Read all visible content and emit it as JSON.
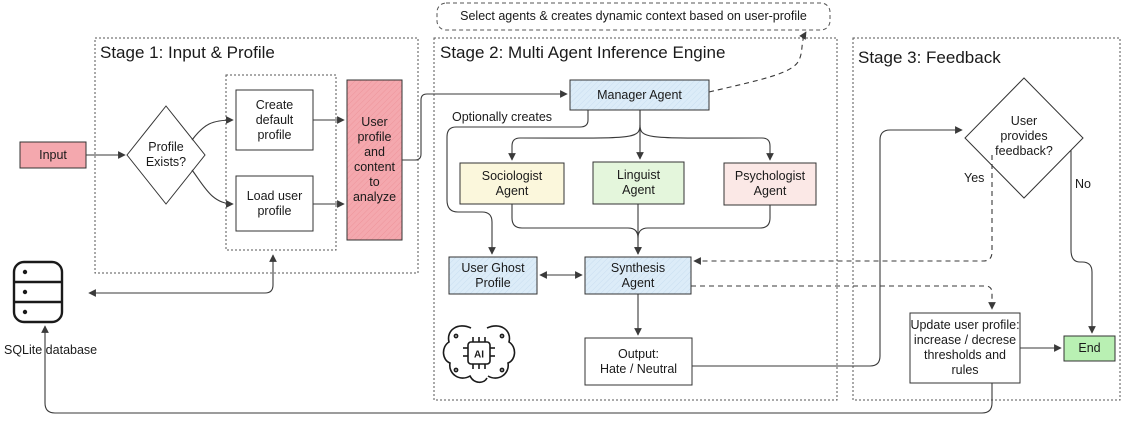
{
  "colors": {
    "input_fill": "#f4a8ae",
    "blue_fill": "#dcecf8",
    "yellow_fill": "#fbf7dc",
    "green_fill": "#e4f6dc",
    "pink_fill": "#fbe8e6",
    "end_fill": "#b9f0b3",
    "line": "#3a3a3a"
  },
  "stages": [
    {
      "title": "Stage 1: Input & Profile"
    },
    {
      "title": "Stage 2: Multi Agent Inference Engine"
    },
    {
      "title": "Stage 3: Feedback"
    }
  ],
  "nodes": {
    "input": "Input",
    "profile_exists": "Profile\nExists?",
    "create_default": "Create\ndefault\nprofile",
    "load_user": "Load user\nprofile",
    "user_profile_content": "User\nprofile\nand\ncontent\nto\nanalyze",
    "database": "SQLite database",
    "manager": "Manager Agent",
    "sociologist": "Sociologist\nAgent",
    "linguist": "Linguist\nAgent",
    "psychologist": "Psychologist\nAgent",
    "ghost": "User Ghost\nProfile",
    "synthesis": "Synthesis\nAgent",
    "output": "Output:\nHate / Neutral",
    "feedback": "User\nprovides\nfeedback?",
    "update": "Update user profile:\nincrease  / decrese\nthresholds and\nrules",
    "end": "End"
  },
  "annotations": {
    "select_agents": "Select agents & creates dynamic context based on user-profile",
    "optionally_creates": "Optionally creates",
    "yes": "Yes",
    "no": "No"
  },
  "icons": [
    "database-icon",
    "ai-brain-icon"
  ]
}
